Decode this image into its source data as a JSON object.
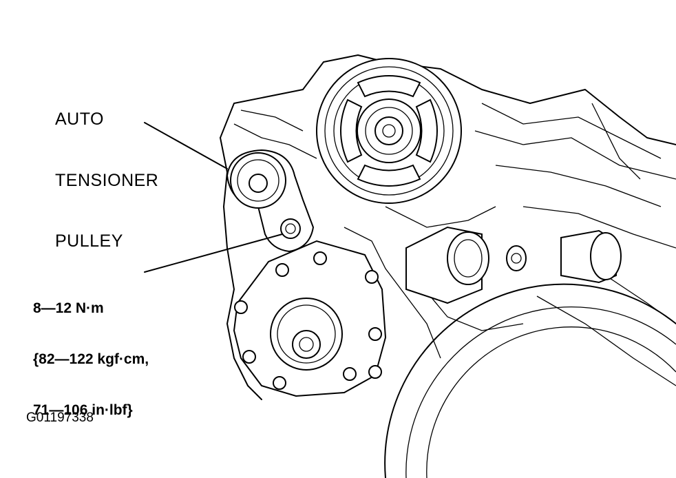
{
  "callouts": {
    "auto_tensioner_pulley": [
      "AUTO",
      "TENSIONER",
      "PULLEY"
    ],
    "torque": [
      "8—12 N·m",
      "{82—122 kgf·cm,",
      "71—106 in·lbf}"
    ]
  },
  "figure_id": "G01197338",
  "colors": {
    "ink": "#000000",
    "background": "#ffffff"
  }
}
